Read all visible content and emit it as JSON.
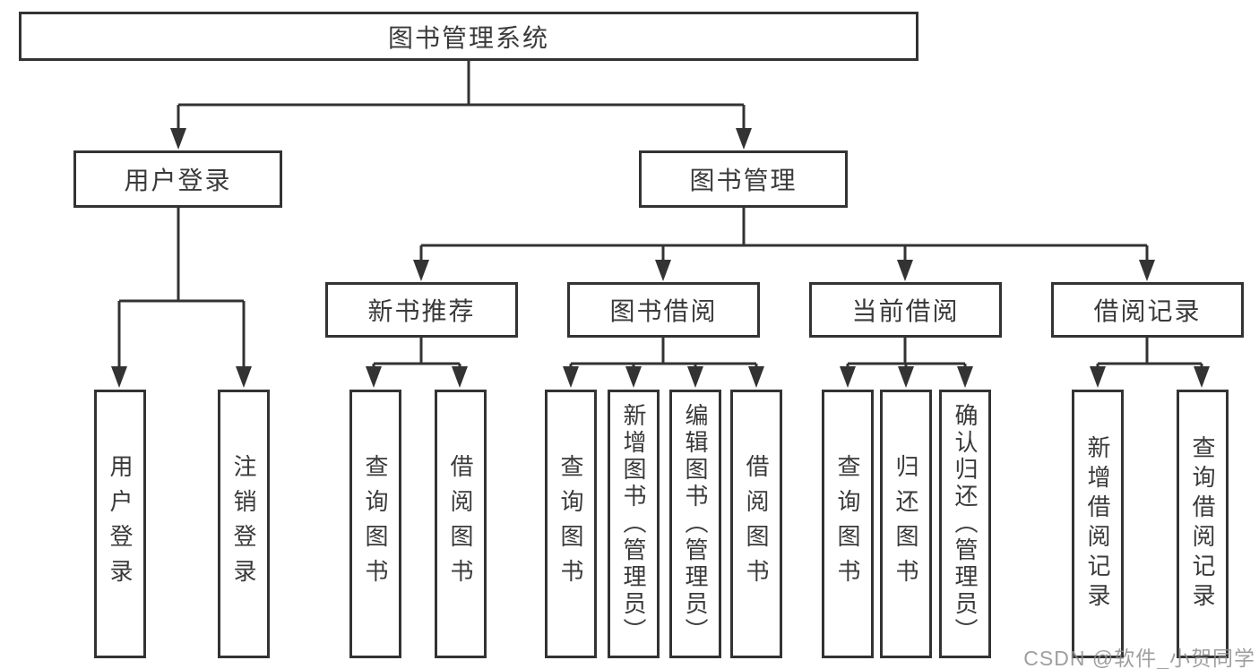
{
  "diagram_title": "图书管理系统",
  "tree": {
    "root": {
      "label": "图书管理系统",
      "children": [
        {
          "label": "用户登录",
          "children": [
            {
              "label": "用户登录"
            },
            {
              "label": "注销登录"
            }
          ]
        },
        {
          "label": "图书管理",
          "children": [
            {
              "label": "新书推荐",
              "children": [
                {
                  "label": "查询图书"
                },
                {
                  "label": "借阅图书"
                }
              ]
            },
            {
              "label": "图书借阅",
              "children": [
                {
                  "label": "查询图书"
                },
                {
                  "label": "新增图书（管理员）"
                },
                {
                  "label": "编辑图书（管理员）"
                },
                {
                  "label": "借阅图书"
                }
              ]
            },
            {
              "label": "当前借阅",
              "children": [
                {
                  "label": "查询图书"
                },
                {
                  "label": "归还图书"
                },
                {
                  "label": "确认归还（管理员）"
                }
              ]
            },
            {
              "label": "借阅记录",
              "children": [
                {
                  "label": "新增借阅记录"
                },
                {
                  "label": "查询借阅记录"
                }
              ]
            }
          ]
        }
      ]
    }
  },
  "colors": {
    "line": "#333333",
    "text": "#3a3a3a",
    "watermark": "#8f8f8f",
    "background": "#ffffff"
  },
  "watermark": {
    "text": "CSDN @软件_小贺同学"
  }
}
